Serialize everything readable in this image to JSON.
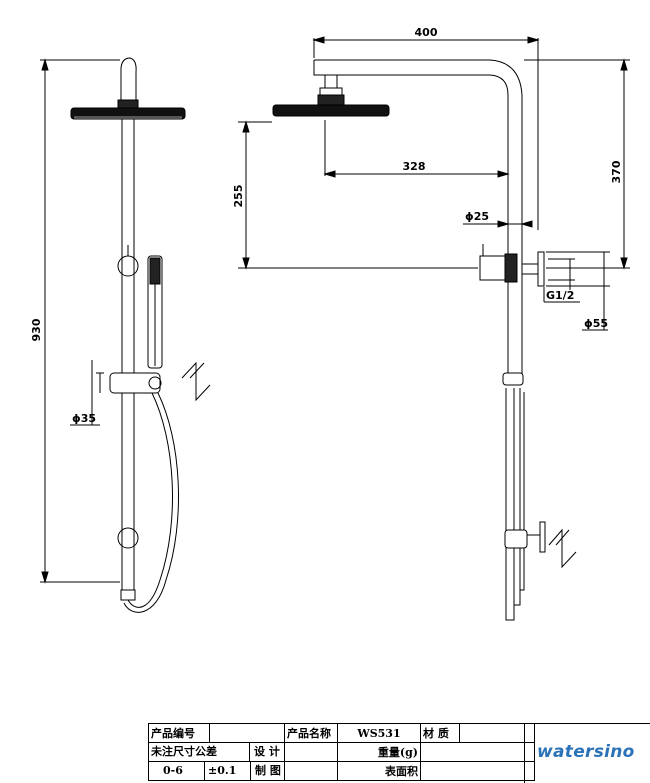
{
  "dimensions": {
    "total_height": "930",
    "pipe_diameter": "ϕ35",
    "arm_length": "400",
    "head_offset": "328",
    "drop_height": "255",
    "arm_height": "370",
    "pipe_diameter_small": "ϕ25",
    "inlet_thread": "G1/2",
    "flange_diameter": "ϕ55"
  },
  "title_block": {
    "product_code_label": "产品编号",
    "product_code_value": "",
    "product_name_label": "产品名称",
    "product_name_value": "WS531",
    "material_label": "材 质",
    "material_value": "",
    "tolerance_label": "未注尺寸公差",
    "design_label": "设 计",
    "design_value": "",
    "weight_label": "重量(g)",
    "weight_value": "",
    "range_label": "0-6",
    "tolerance_value": "±0.1",
    "drafted_label": "制 图",
    "drafted_value": "",
    "area_label": "表面积",
    "area_value": ""
  },
  "brand": "watersino"
}
